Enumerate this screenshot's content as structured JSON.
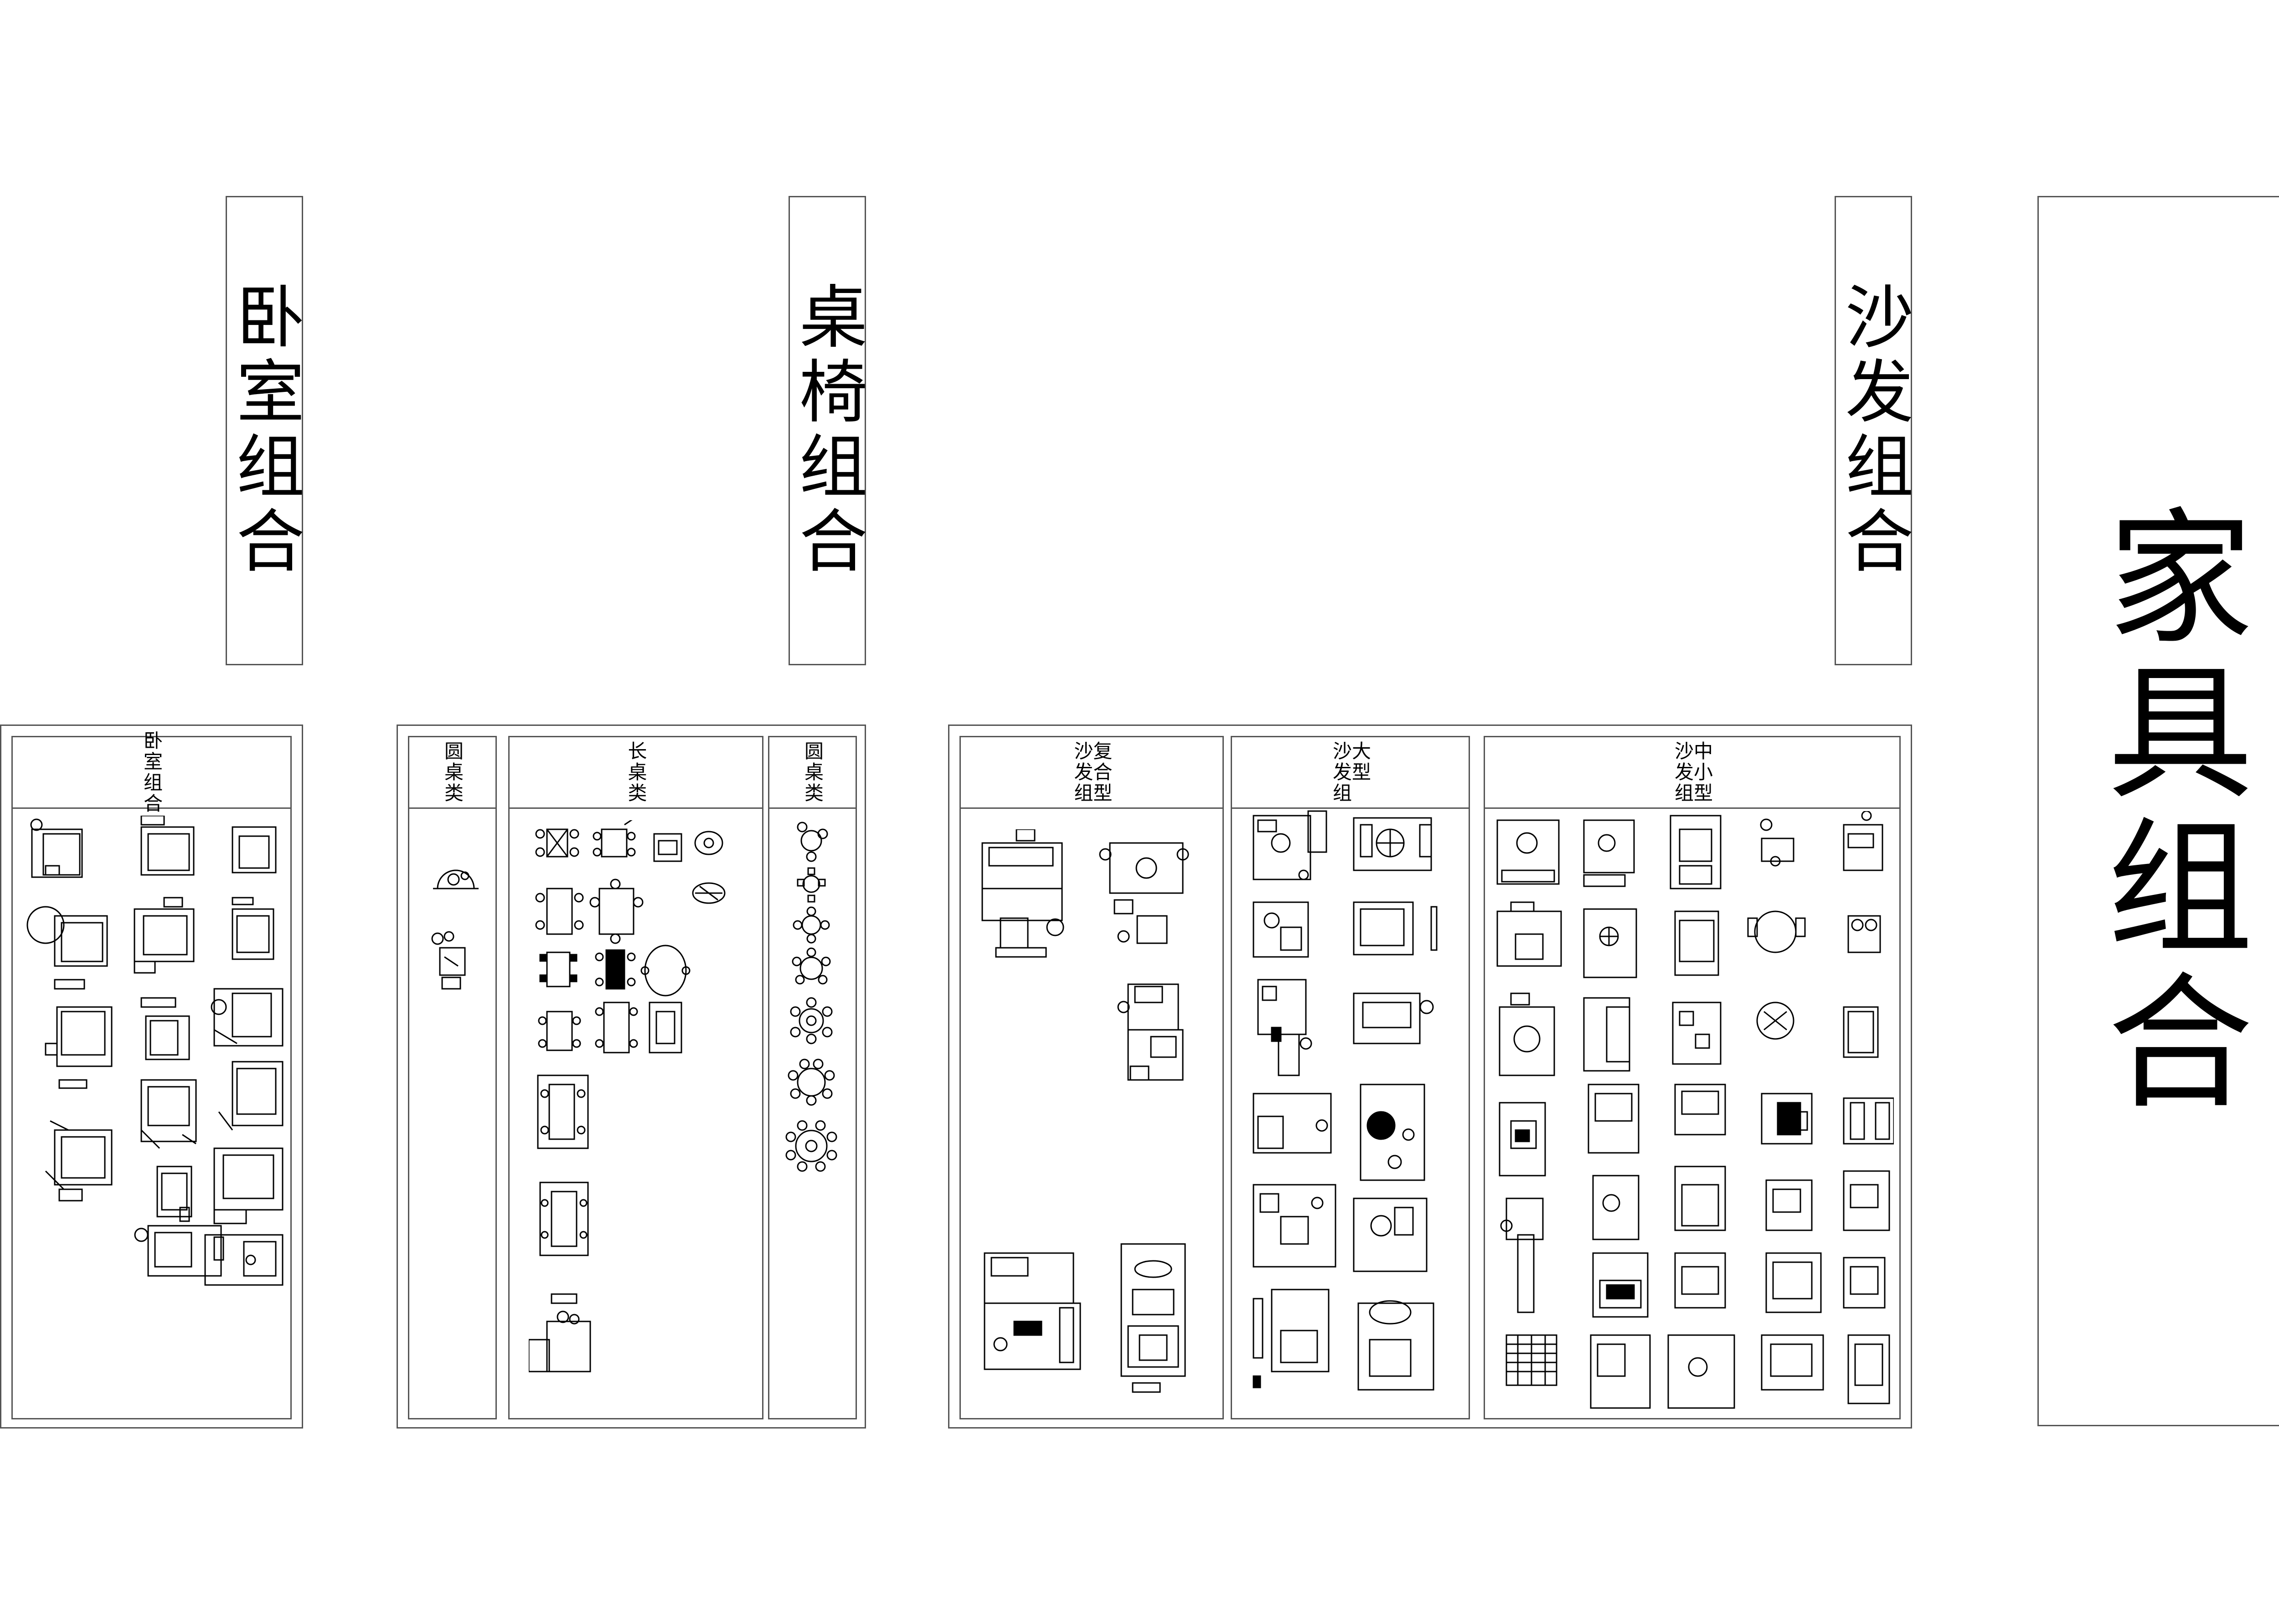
{
  "main_title": "家具组合",
  "sections": {
    "bedroom": {
      "label": "卧室组合"
    },
    "table_chair": {
      "label": "桌椅组合"
    },
    "sofa": {
      "label": "沙发组合"
    }
  },
  "panels": {
    "bedroom_set": {
      "header": "卧室组合"
    },
    "round_table_left": {
      "header": "圆桌类"
    },
    "long_table": {
      "header": "长桌类"
    },
    "round_table_right": {
      "header": "圆桌类"
    },
    "composite_sofa": {
      "header": "复合型\n沙发组"
    },
    "large_sofa": {
      "header": "大型\n沙发组"
    },
    "small_medium_sofa": {
      "header": "中小型\n沙发组"
    }
  },
  "colors": {
    "line": "#000000",
    "frame": "#555555",
    "background": "#ffffff"
  }
}
